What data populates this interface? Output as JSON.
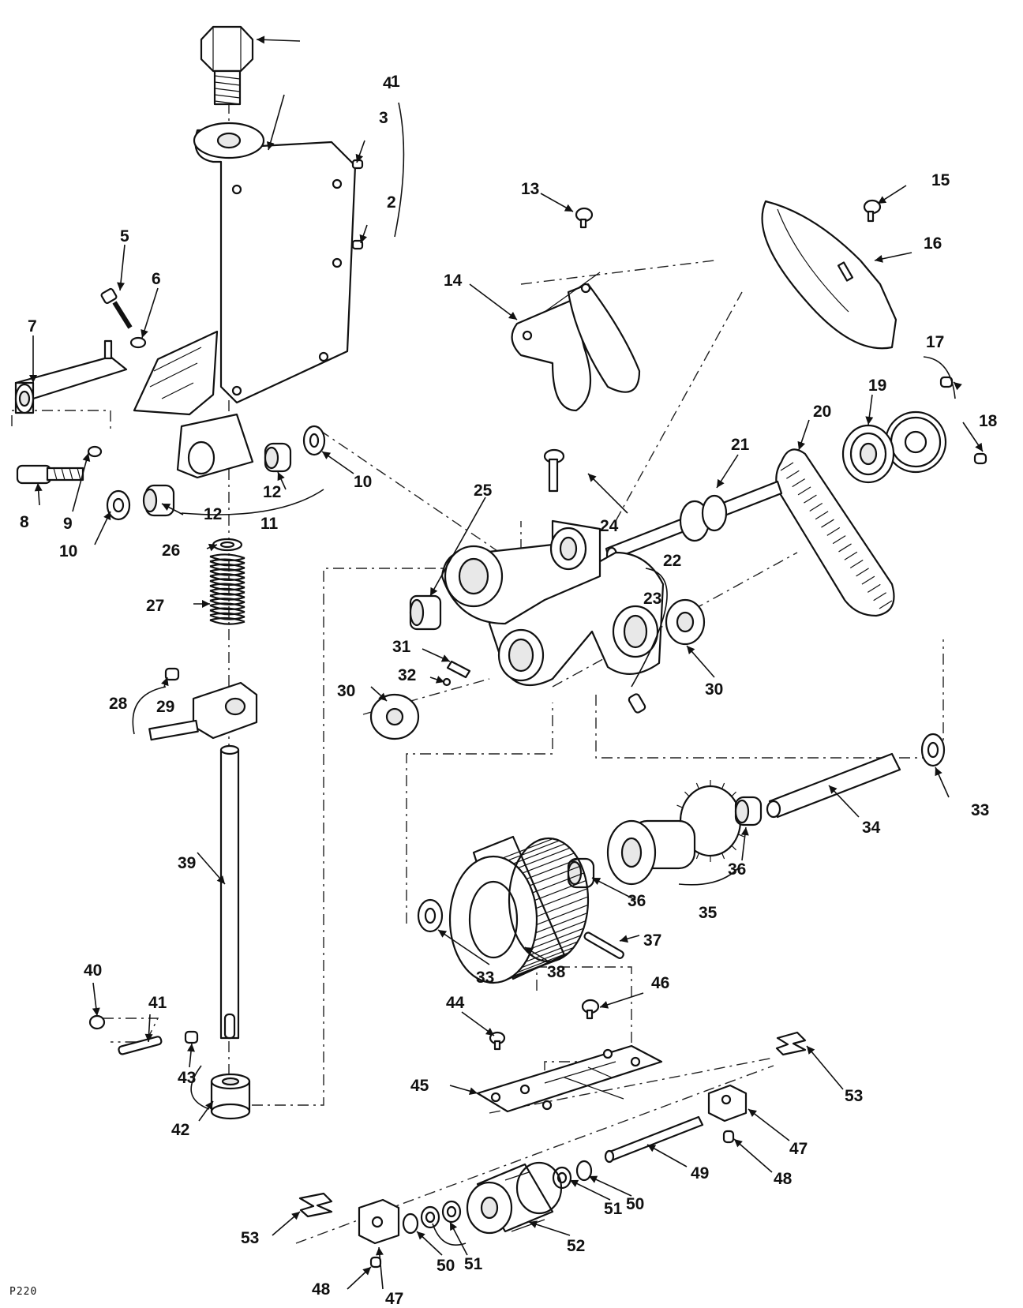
{
  "page_ref": "P220",
  "callouts": {
    "c1": "1",
    "c2": "2",
    "c3": "3",
    "c4": "4",
    "c5": "5",
    "c6": "6",
    "c7": "7",
    "c8": "8",
    "c9": "9",
    "c10": "10",
    "c11": "11",
    "c12": "12",
    "c13": "13",
    "c14": "14",
    "c15": "15",
    "c16": "16",
    "c17": "17",
    "c18": "18",
    "c19": "19",
    "c20": "20",
    "c21": "21",
    "c22": "22",
    "c23": "23",
    "c24": "24",
    "c25": "25",
    "c26": "26",
    "c27": "27",
    "c28": "28",
    "c29": "29",
    "c30": "30",
    "c31": "31",
    "c32": "32",
    "c33": "33",
    "c34": "34",
    "c35": "35",
    "c36": "36",
    "c37": "37",
    "c38": "38",
    "c39": "39",
    "c40": "40",
    "c41": "41",
    "c42": "42",
    "c43": "43",
    "c44": "44",
    "c45": "45",
    "c46": "46",
    "c47": "47",
    "c48": "48",
    "c49": "49",
    "c50": "50",
    "c51": "51",
    "c52": "52",
    "c53": "53"
  }
}
